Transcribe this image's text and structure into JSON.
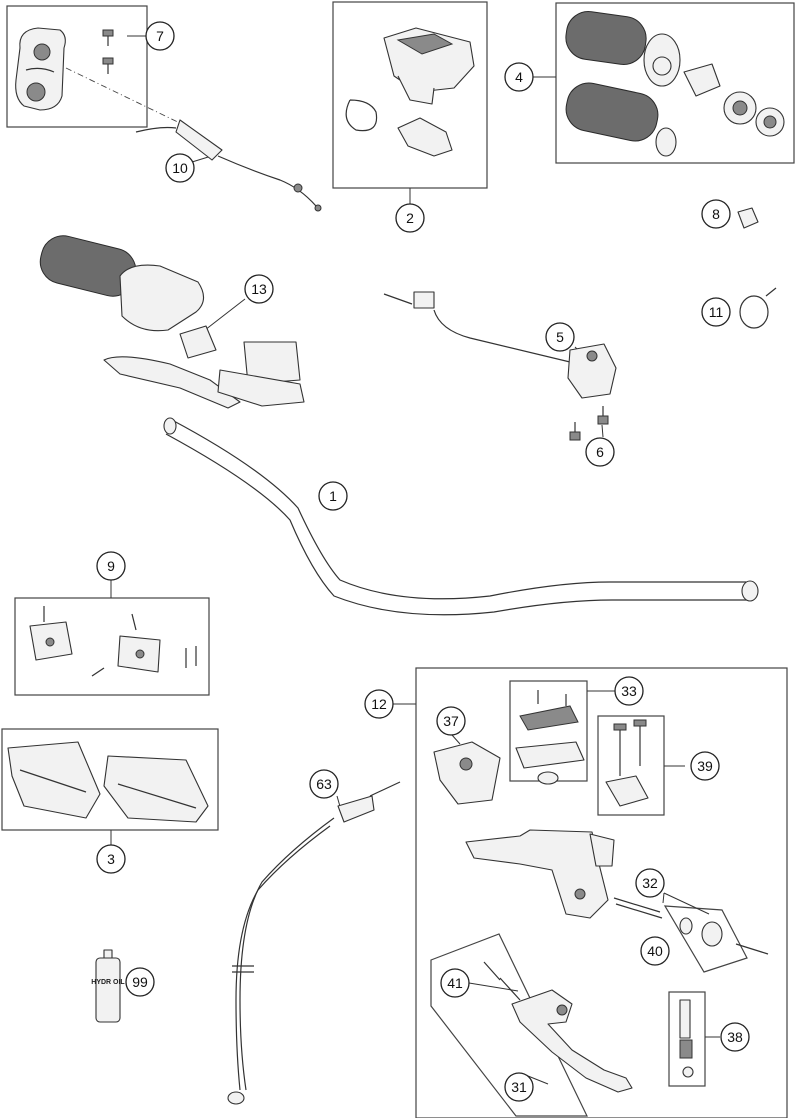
{
  "callouts": [
    {
      "id": "c7",
      "label": "7"
    },
    {
      "id": "c10",
      "label": "10"
    },
    {
      "id": "c2",
      "label": "2"
    },
    {
      "id": "c4",
      "label": "4"
    },
    {
      "id": "c8",
      "label": "8"
    },
    {
      "id": "c13",
      "label": "13"
    },
    {
      "id": "c5",
      "label": "5"
    },
    {
      "id": "c11",
      "label": "11"
    },
    {
      "id": "c6",
      "label": "6"
    },
    {
      "id": "c1",
      "label": "1"
    },
    {
      "id": "c9",
      "label": "9"
    },
    {
      "id": "c12",
      "label": "12"
    },
    {
      "id": "c33",
      "label": "33"
    },
    {
      "id": "c37",
      "label": "37"
    },
    {
      "id": "c39",
      "label": "39"
    },
    {
      "id": "c63",
      "label": "63"
    },
    {
      "id": "c3",
      "label": "3"
    },
    {
      "id": "c32",
      "label": "32"
    },
    {
      "id": "c40",
      "label": "40"
    },
    {
      "id": "c99",
      "label": "99"
    },
    {
      "id": "c41",
      "label": "41"
    },
    {
      "id": "c38",
      "label": "38"
    },
    {
      "id": "c31",
      "label": "31"
    }
  ],
  "oil_bottle_label": "HYDR OIL"
}
